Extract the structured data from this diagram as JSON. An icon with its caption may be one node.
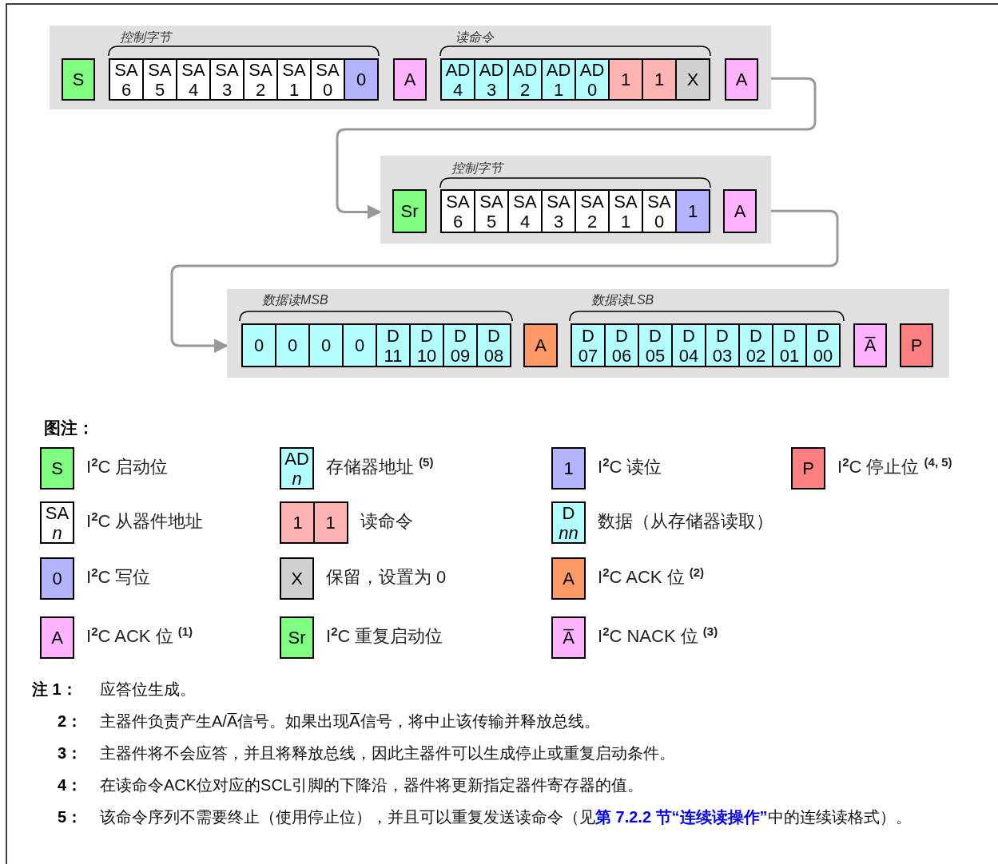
{
  "diagram": {
    "nodes": [
      {
        "text": [],
        "shape": "box"
      },
      {
        "text": [
          "S"
        ],
        "in": 0
      },
      {
        "text": [
          "SA 6"
        ],
        "in": 0
      },
      {
        "text": [
          "SA 5"
        ],
        "in": 0
      },
      {
        "text": [
          "SA 4"
        ],
        "in": 0
      },
      {
        "text": [
          "SA 3"
        ],
        "in": 0
      },
      {
        "text": [
          "SA 2"
        ],
        "in": 0
      },
      {
        "text": [
          "SA 1"
        ],
        "in": 0
      },
      {
        "text": [
          "SA 0"
        ],
        "in": 0
      },
      {
        "text": [
          "0"
        ],
        "in": 0
      },
      {
        "text": [
          "A"
        ],
        "in": 0
      },
      {
        "text": [
          "AD 4"
        ],
        "in": 0
      },
      {
        "text": [
          "AD 3"
        ],
        "in": 0
      },
      {
        "text": [
          "AD 2"
        ],
        "in": 0
      },
      {
        "text": [
          "AD 1"
        ],
        "in": 0
      },
      {
        "text": [
          "AD 0"
        ],
        "in": 0
      },
      {
        "text": [
          "1"
        ],
        "in": 0
      },
      {
        "text": [
          "1"
        ],
        "in": 0
      },
      {
        "text": [
          "X"
        ],
        "in": 0
      },
      {
        "text": [
          "A"
        ],
        "in": 0
      },
      {
        "text": [],
        "shape": "box"
      },
      {
        "text": [
          "Sr"
        ],
        "in": 20
      },
      {
        "text": [
          "SA 6"
        ],
        "in": 20
      },
      {
        "text": [
          "SA 5"
        ],
        "in": 20
      },
      {
        "text": [
          "SA 4"
        ],
        "in": 20
      },
      {
        "text": [
          "SA 3"
        ],
        "in": 20
      },
      {
        "text": [
          "SA 2"
        ],
        "in": 20
      },
      {
        "text": [
          "SA 1"
        ],
        "in": 20
      },
      {
        "text": [
          "SA 0"
        ],
        "in": 20
      },
      {
        "text": [
          "1"
        ],
        "in": 20
      },
      {
        "text": [
          "A"
        ],
        "in": 20
      },
      {
        "text": [],
        "shape": "box"
      },
      {
        "text": [
          "0"
        ],
        "in": 31
      },
      {
        "text": [
          "0"
        ],
        "in": 31
      },
      {
        "text": [
          "0"
        ],
        "in": 31
      },
      {
        "text": [
          "0"
        ],
        "in": 31
      },
      {
        "text": [
          "D 11"
        ],
        "in": 31
      },
      {
        "text": [
          "D 10"
        ],
        "in": 31
      },
      {
        "text": [
          "D 09"
        ],
        "in": 31
      },
      {
        "text": [
          "D 08"
        ],
        "in": 31
      },
      {
        "text": [
          "A"
        ],
        "in": 31
      },
      {
        "text": [
          "D 07"
        ],
        "in": 31
      },
      {
        "text": [
          "D 06"
        ],
        "in": 31
      },
      {
        "text": [
          "D 05"
        ],
        "in": 31
      },
      {
        "text": [
          "D 04"
        ],
        "in": 31
      },
      {
        "text": [
          "D 03"
        ],
        "in": 31
      },
      {
        "text": [
          "D 02"
        ],
        "in": 31
      },
      {
        "text": [
          "D 01"
        ],
        "in": 31
      },
      {
        "text": [
          "D 00"
        ],
        "in": 31
      },
      {
        "text": [
          "A̅"
        ],
        "in": 31
      },
      {
        "text": [
          "P"
        ],
        "in": 31
      }
    ],
    "edges": [
      {
        "from": 0,
        "to": 20,
        "arrow": "to"
      },
      {
        "from": 20,
        "to": 31,
        "arrow": "to"
      }
    ],
    "labels": [
      "控制字节",
      "读命令",
      "控制字节",
      "数据读MSB",
      "数据读LSB",
      "图注：",
      "S",
      "AD *n*",
      "1",
      "P",
      "SA *n*",
      "1",
      "1",
      "D *nn*",
      "0",
      "X",
      "A",
      "A",
      "Sr",
      "A̅",
      "注 1：",
      "应答位生成。",
      "2：",
      "主器件负责产生A/A̅信号。如果出现A̅信号，将中止该传输并释放总线。",
      "3：",
      "主器件将不会应答，并且将释放总线，因此主器件可以生成停止或重复启动条件。",
      "4：",
      "在读命令ACK位对应的SCL引脚的下降沿，器件将更新指定器件寄存器的值。",
      "5：",
      "该命令序列不需要终止（使用停止位），并且可以重复发送读命令（见**第 7.2.2 节“连续读操作”**中的连续读格式）。"
    ],
    "legend": [
      {
        "text": "I$^{2}$C 启动位",
        "color": "#80ff80"
      },
      {
        "text": "存储器地址 $^{(5)}$",
        "color": "#b3ffff"
      },
      {
        "text": "I$^{2}$C 读位",
        "color": "#b3b3ff"
      },
      {
        "text": "I$^{2}$C 停止位 $^{(4, 5)}$",
        "color": "#ff8080"
      },
      {
        "text": "I$^{2}$C 从器件地址",
        "color": "#ffffff"
      },
      {
        "text": "读命令",
        "color": "#ffb3b3"
      },
      {
        "text": "数据（从存储器读取）",
        "color": "#b3ffff"
      },
      {
        "text": "I$^{2}$C 写位",
        "color": "#b3b3ff"
      },
      {
        "text": "保留，设置为 0",
        "color": "#d0d0d0"
      },
      {
        "text": "I$^{2}$C ACK 位 $^{(2)}$",
        "color": "#ff9966"
      },
      {
        "text": "I$^{2}$C ACK 位 $^{(1)}$",
        "color": "#ffb3ff"
      },
      {
        "text": "I$^{2}$C 重复启动位",
        "color": "#80ff80"
      },
      {
        "text": "I$^{2}$C NACK 位 $^{(3)}$",
        "color": "#ffb3ff"
      }
    ]
  }
}
